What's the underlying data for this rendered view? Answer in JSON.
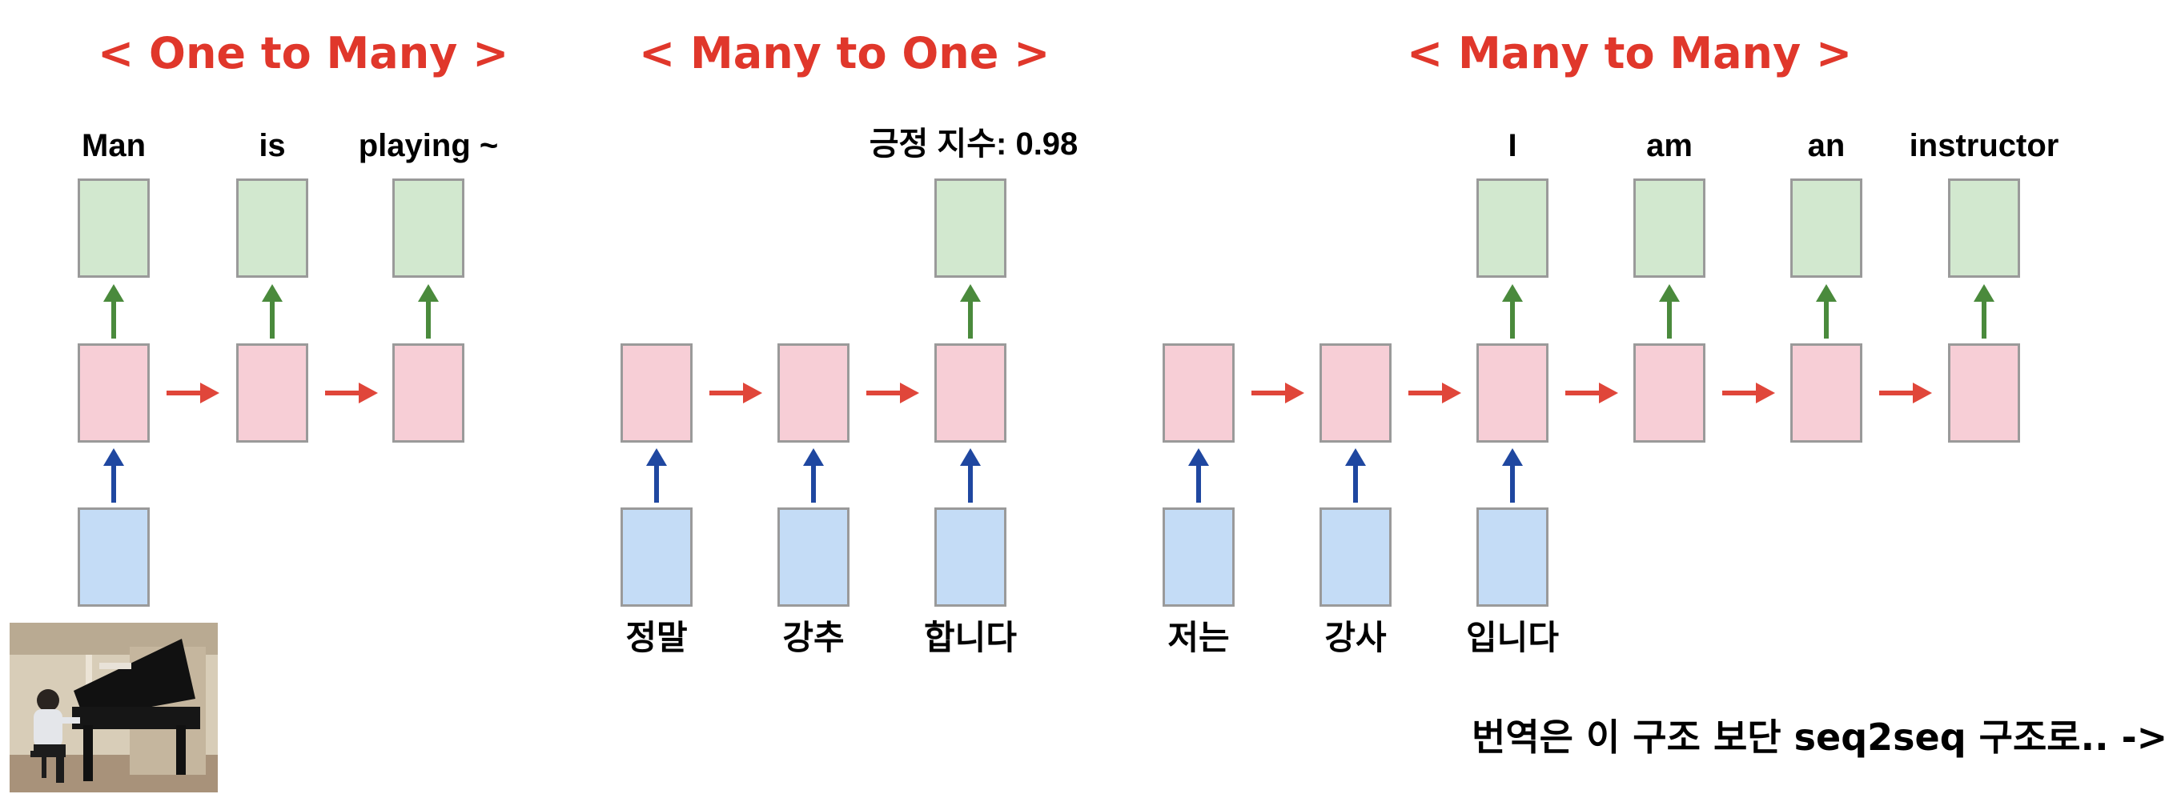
{
  "sections": {
    "one_to_many": {
      "title": "< One to Many >",
      "outputs": [
        "Man",
        "is",
        "playing ~"
      ]
    },
    "many_to_one": {
      "title": "< Many to One >",
      "output": "긍정 지수: 0.98",
      "inputs": [
        "정말",
        "강추",
        "합니다"
      ]
    },
    "many_to_many": {
      "title": "< Many to Many >",
      "outputs": [
        "I",
        "am",
        "an",
        "instructor"
      ],
      "inputs": [
        "저는",
        "강사",
        "입니다"
      ]
    }
  },
  "footer": "번역은 이 구조 보단 seq2seq 구조로.. ->",
  "colors": {
    "title": "#e0372b",
    "output_box": "#d2e8cf",
    "hidden_box": "#f7ced6",
    "input_box": "#c4dcf6",
    "green_arrow": "#4a8a3c",
    "red_arrow": "#e0463a",
    "blue_arrow": "#1f47a0"
  },
  "photo": {
    "icon": "piano-player-photo"
  }
}
